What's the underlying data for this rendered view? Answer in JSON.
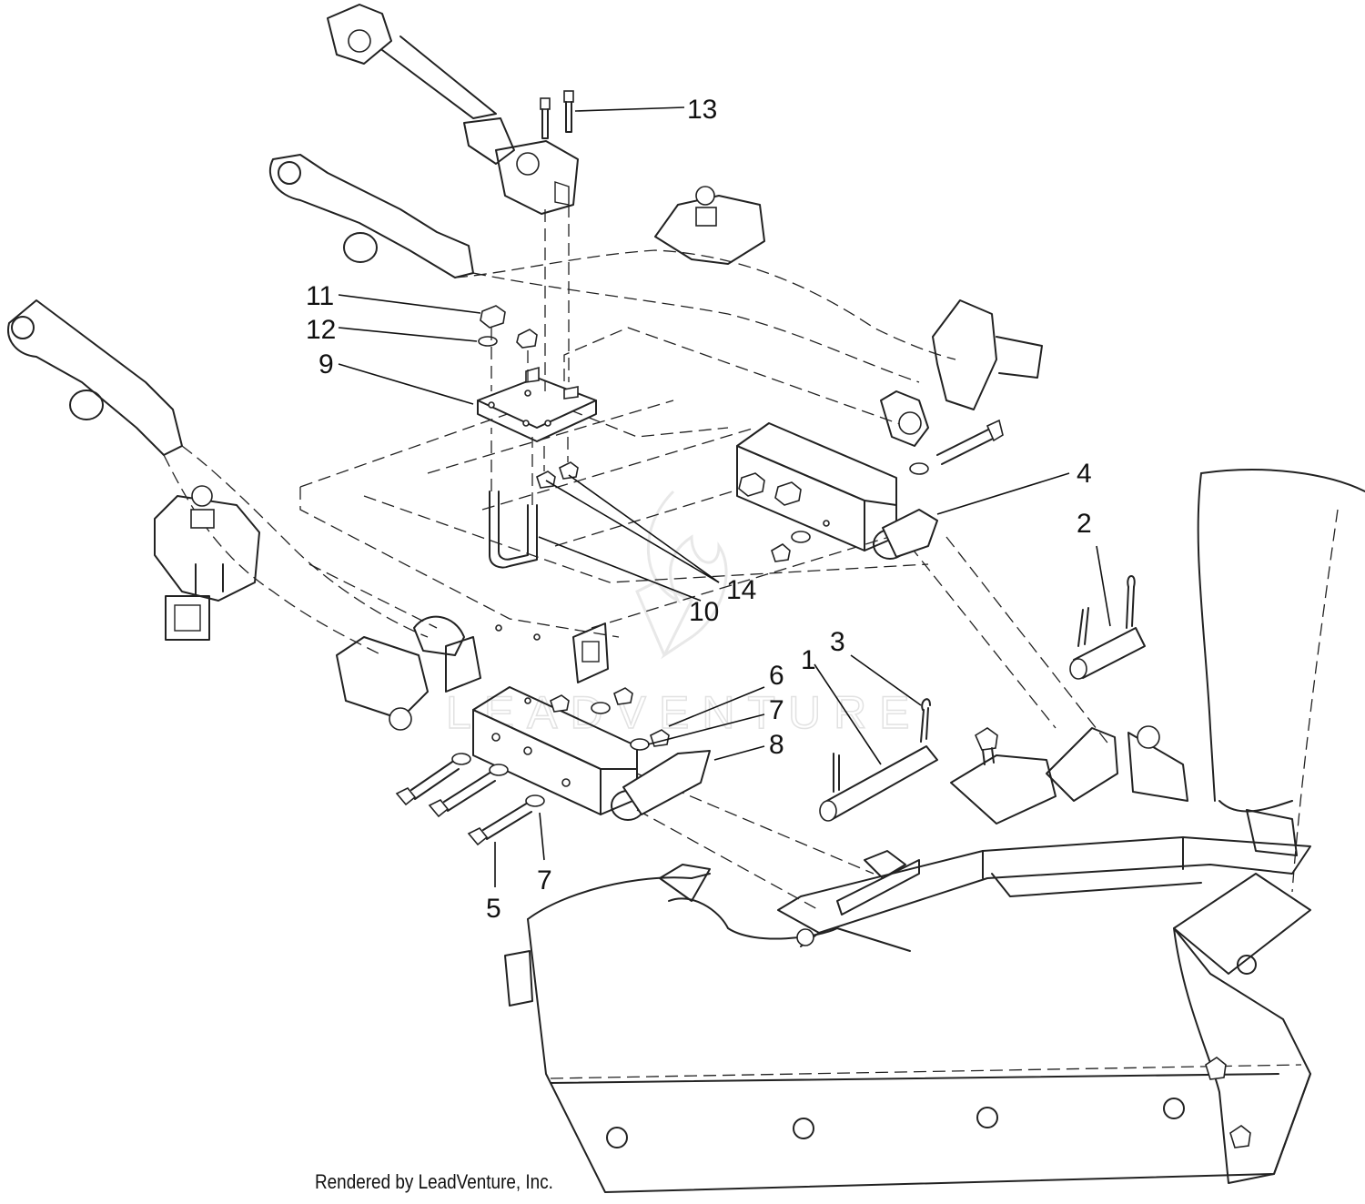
{
  "credit": "Rendered by LeadVenture, Inc.",
  "watermark": "LEADVENTURE",
  "callouts": [
    {
      "id": "1",
      "label": "1"
    },
    {
      "id": "2",
      "label": "2"
    },
    {
      "id": "3",
      "label": "3"
    },
    {
      "id": "4",
      "label": "4"
    },
    {
      "id": "5",
      "label": "5"
    },
    {
      "id": "6",
      "label": "6"
    },
    {
      "id": "7a",
      "label": "7"
    },
    {
      "id": "7b",
      "label": "7"
    },
    {
      "id": "8",
      "label": "8"
    },
    {
      "id": "9",
      "label": "9"
    },
    {
      "id": "10",
      "label": "10"
    },
    {
      "id": "11",
      "label": "11"
    },
    {
      "id": "12",
      "label": "12"
    },
    {
      "id": "13",
      "label": "13"
    },
    {
      "id": "14",
      "label": "14"
    }
  ]
}
